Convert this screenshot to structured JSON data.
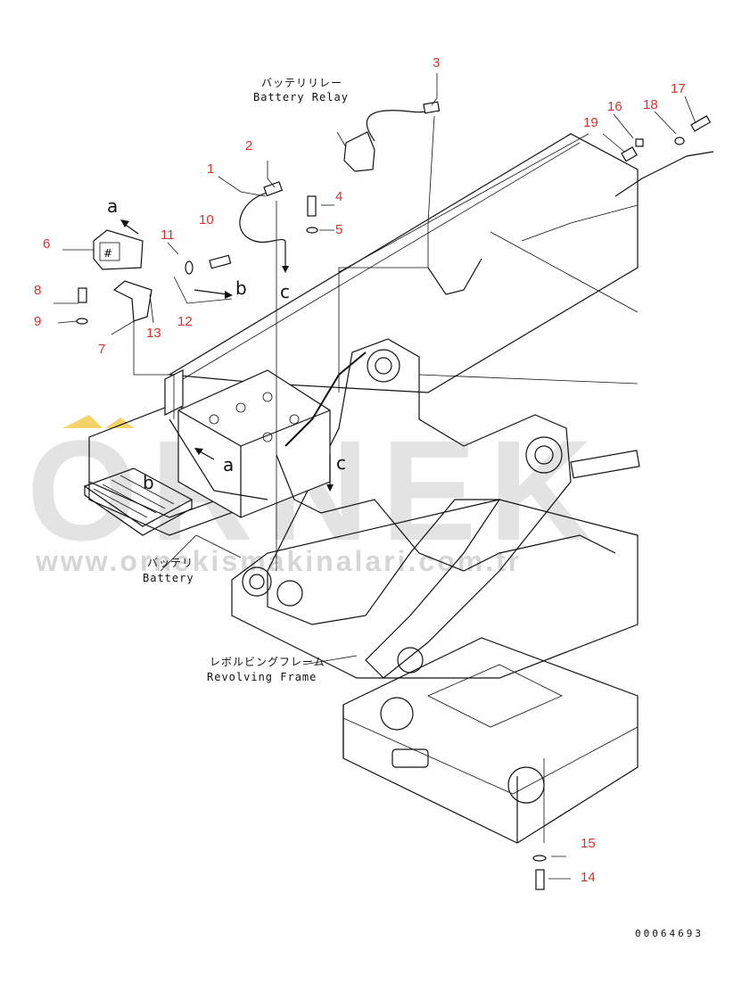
{
  "diagram": {
    "labels": {
      "battery_relay_jp": "バッテリリレー",
      "battery_relay_en": "Battery Relay",
      "battery_jp": "バッテリ",
      "battery_en": "Battery",
      "frame_jp": "レボルビングフレーム",
      "frame_en": "Revolving Frame"
    },
    "callouts": [
      "1",
      "2",
      "3",
      "4",
      "5",
      "6",
      "7",
      "8",
      "9",
      "10",
      "11",
      "12",
      "13",
      "14",
      "15",
      "16",
      "17",
      "18",
      "19"
    ],
    "letters": {
      "a1": "a",
      "a2": "a",
      "b1": "b",
      "b2": "b",
      "c1": "c",
      "c2": "c"
    },
    "drawing_code": "00064693",
    "watermark": {
      "text": "ORNEK",
      "url": "www.ornekismakinalari.com.tr"
    },
    "colors": {
      "callout": "#d8322b",
      "watermark": "#e3e3e3",
      "watermark_accent": "#f2d46a"
    }
  }
}
